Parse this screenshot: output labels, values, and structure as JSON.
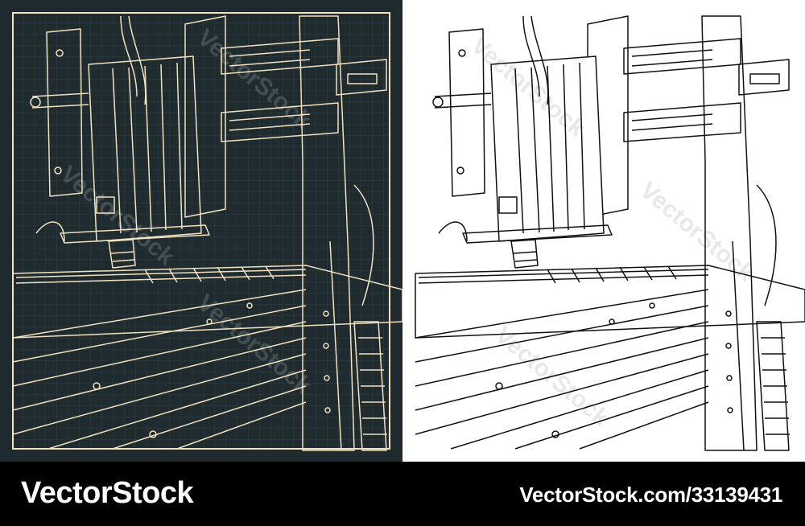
{
  "footer": {
    "brand": "VectorStock",
    "image_id": "VectorStock.com/33139431"
  },
  "watermark": {
    "text": "VectorStock"
  },
  "colors": {
    "dark_background": "#1f2b2f",
    "dark_line": "#f1e1bf",
    "light_background": "#ffffff",
    "light_line": "#111111",
    "footer_background": "#000000",
    "footer_text": "#ffffff"
  }
}
